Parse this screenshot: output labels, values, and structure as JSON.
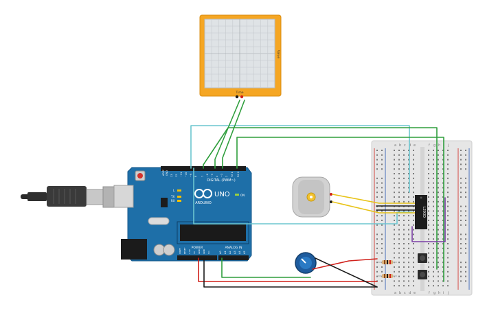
{
  "oscilloscope": {
    "x_label": "Time",
    "y_label": "Value"
  },
  "arduino": {
    "brand": "ARDUINO",
    "model": "UNO",
    "digital_label": "DIGITAL (PWM~)",
    "power_label": "POWER",
    "analog_label": "ANALOG IN",
    "aref_label": "AREF",
    "gnd_label": "GND",
    "tx_label": "TX",
    "rx_label": "RX",
    "l_label": "L",
    "on_label": "ON",
    "digital_pins": [
      "13",
      "12",
      "~11",
      "~10",
      "~9",
      "8",
      "7",
      "~6",
      "~5",
      "4",
      "~3",
      "2",
      "TX 1",
      "RX 0"
    ],
    "power_pins": [
      "IOREF",
      "RESET",
      "3.3V",
      "5V",
      "GND",
      "GND",
      "Vin"
    ],
    "analog_pins": [
      "A0",
      "A1",
      "A2",
      "A3",
      "A4",
      "A5"
    ]
  },
  "driver_ic": {
    "label": "L293D"
  },
  "breadboard": {
    "column_letters_left": [
      "a",
      "b",
      "c",
      "d",
      "e"
    ],
    "column_letters_right": [
      "f",
      "g",
      "h",
      "i",
      "j"
    ]
  },
  "colors": {
    "arduino_blue": "#1e6fa8",
    "scope_frame": "#f5a623",
    "wire_green": "#2e9e3c",
    "wire_cyan": "#6cc6cf",
    "wire_yellow": "#e8c317",
    "wire_black": "#1a1a1a",
    "wire_red": "#d0201a",
    "wire_purple": "#7b3fa6"
  }
}
